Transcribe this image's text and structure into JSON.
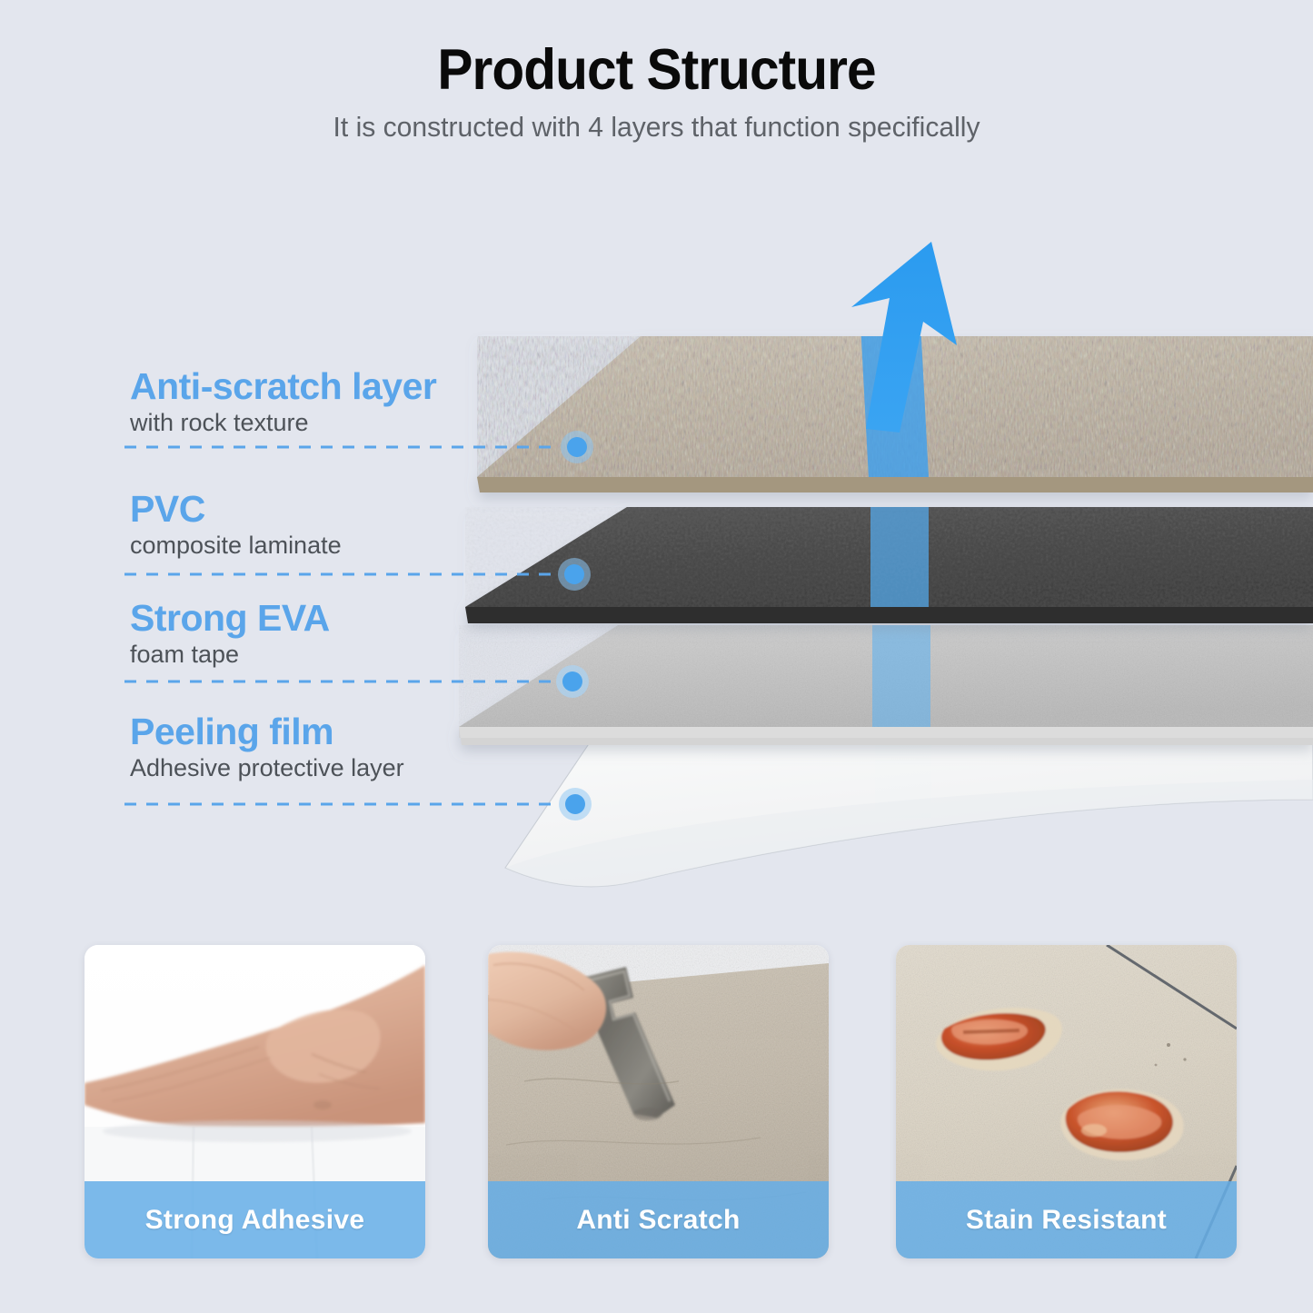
{
  "header": {
    "title": "Product Structure",
    "subtitle": "It is constructed with 4 layers that function specifically"
  },
  "colors": {
    "background": "#e3e6ee",
    "accent_blue": "#5aa5ea",
    "arrow_blue": "#2b9bf0",
    "caption_blue": "#65aee8",
    "title_black": "#0a0a0a",
    "subtitle_gray": "#5e6268",
    "layer_anti_scratch": "#bfb2a0",
    "layer_pvc": "#474747",
    "layer_eva": "#c4c4c4",
    "layer_film": "#f4f5f6"
  },
  "diagram": {
    "arrow_icon": "arrow-up-right-icon",
    "layers": [
      {
        "title": "Anti-scratch layer",
        "subtitle": "with rock texture",
        "marker": "callout-dot"
      },
      {
        "title": "PVC",
        "subtitle": "composite laminate",
        "marker": "callout-dot"
      },
      {
        "title": "Strong EVA",
        "subtitle": "foam tape",
        "marker": "callout-dot"
      },
      {
        "title": "Peeling film",
        "subtitle": "Adhesive protective layer",
        "marker": "callout-dot"
      }
    ]
  },
  "cards": [
    {
      "caption": "Strong Adhesive",
      "photo": "hand-pressing-on-tile-photo"
    },
    {
      "caption": "Anti Scratch",
      "photo": "key-scratching-tile-photo"
    },
    {
      "caption": "Stain Resistant",
      "photo": "sauce-spills-on-tile-photo"
    }
  ]
}
